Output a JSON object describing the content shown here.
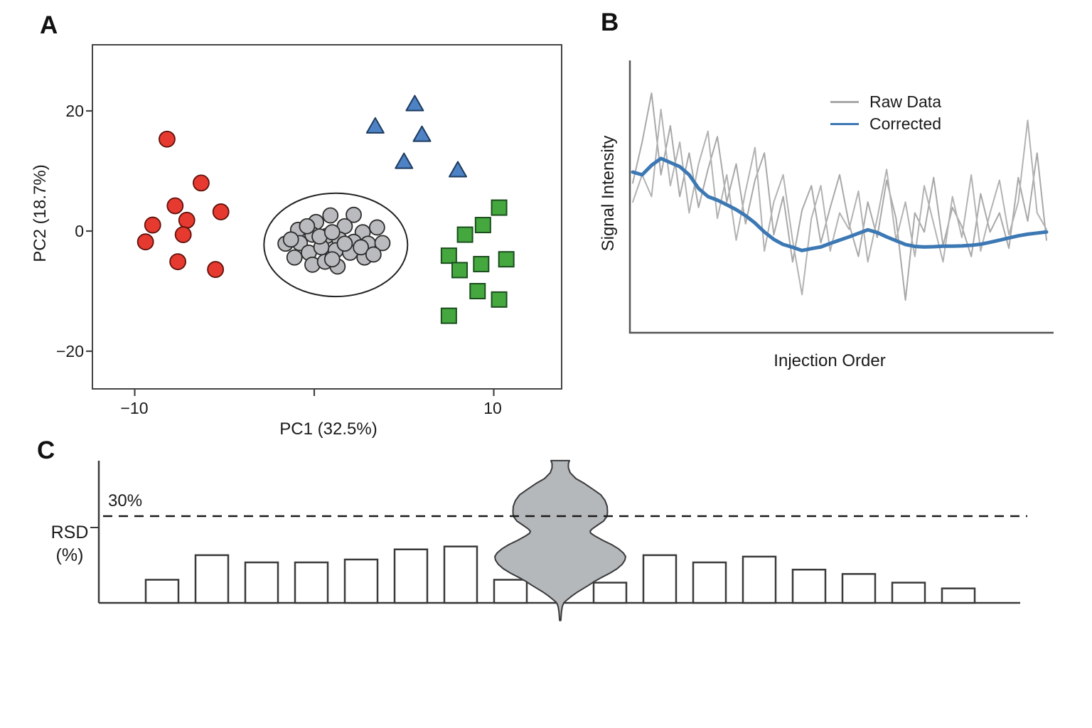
{
  "figure_background": "#ffffff",
  "chart_data": [
    {
      "id": "pca",
      "type": "scatter",
      "panel_label": "A",
      "xlabel": "PC1 (32.5%)",
      "ylabel": "PC2 (18.7%)",
      "x_ticks": [
        {
          "value": -10,
          "label": "−10"
        },
        {
          "value": 0,
          "label": ""
        },
        {
          "value": 10,
          "label": "10"
        }
      ],
      "y_ticks": [
        {
          "value": 20,
          "label": "20"
        },
        {
          "value": 0,
          "label": "0"
        },
        {
          "value": -20,
          "label": "−20"
        }
      ],
      "xlim": [
        -12.4,
        13.8
      ],
      "ylim": [
        -26.3,
        31.0
      ],
      "grid": false,
      "series": [
        {
          "name": "group-red",
          "marker": "circle",
          "r": 11,
          "fill": "#e6392f",
          "stroke": "#5e100a",
          "points": [
            [
              -8.2,
              15.3
            ],
            [
              -6.3,
              8.0
            ],
            [
              -7.75,
              4.2
            ],
            [
              -9.0,
              1.0
            ],
            [
              -7.1,
              1.8
            ],
            [
              -5.2,
              3.2
            ],
            [
              -7.3,
              -0.6
            ],
            [
              -9.4,
              -1.8
            ],
            [
              -7.6,
              -5.1
            ],
            [
              -5.5,
              -6.4
            ]
          ]
        },
        {
          "name": "group-blue",
          "marker": "triangle",
          "r": 13,
          "fill": "#4d82c4",
          "stroke": "#1c3a5e",
          "points": [
            [
              5.6,
              21.0
            ],
            [
              3.4,
              17.3
            ],
            [
              6.0,
              15.9
            ],
            [
              5.0,
              11.4
            ],
            [
              8.0,
              10.0
            ]
          ]
        },
        {
          "name": "group-green",
          "marker": "square",
          "r": 10.5,
          "fill": "#45a83f",
          "stroke": "#194d1c",
          "points": [
            [
              10.3,
              3.9
            ],
            [
              9.4,
              1.0
            ],
            [
              8.4,
              -0.6
            ],
            [
              7.5,
              -4.1
            ],
            [
              8.1,
              -6.5
            ],
            [
              9.3,
              -5.5
            ],
            [
              10.7,
              -4.7
            ],
            [
              9.1,
              -10.0
            ],
            [
              10.3,
              -11.4
            ],
            [
              7.5,
              -14.1
            ]
          ]
        },
        {
          "name": "qc-samples",
          "marker": "circle",
          "r": 10.5,
          "fill": "#b9bbbe",
          "stroke": "#2b2b2b",
          "points": [
            [
              -0.9,
              0.2
            ],
            [
              0.1,
              1.5
            ],
            [
              0.9,
              2.6
            ],
            [
              2.2,
              2.7
            ],
            [
              1.7,
              0.8
            ],
            [
              2.7,
              -0.2
            ],
            [
              3.5,
              0.6
            ],
            [
              -1.6,
              -2.1
            ],
            [
              -0.8,
              -2.0
            ],
            [
              -0.1,
              -0.6
            ],
            [
              0.7,
              -0.8
            ],
            [
              1.4,
              -1.4
            ],
            [
              2.2,
              -1.8
            ],
            [
              3.0,
              -2.1
            ],
            [
              3.8,
              -2.0
            ],
            [
              -1.1,
              -4.4
            ],
            [
              -0.3,
              -3.6
            ],
            [
              0.4,
              -2.7
            ],
            [
              1.2,
              -3.2
            ],
            [
              2.0,
              -3.6
            ],
            [
              2.8,
              -4.4
            ],
            [
              -0.1,
              -5.6
            ],
            [
              0.6,
              -5.1
            ],
            [
              1.3,
              -5.9
            ],
            [
              0.3,
              -0.9
            ],
            [
              1.0,
              -0.2
            ],
            [
              1.7,
              -2.1
            ],
            [
              1.0,
              -4.7
            ],
            [
              -0.4,
              0.8
            ],
            [
              2.6,
              -2.7
            ],
            [
              3.3,
              -3.9
            ],
            [
              -1.3,
              -1.4
            ]
          ]
        }
      ],
      "qc_ellipse": {
        "cx": 1.2,
        "cy": -2.3,
        "rx": 4.0,
        "ry": 8.6,
        "stroke": "#222222"
      }
    },
    {
      "id": "drift",
      "type": "line",
      "panel_label": "B",
      "xlabel": "Injection Order",
      "ylabel": "Signal Intensity",
      "ylim": [
        0,
        100
      ],
      "grid": false,
      "legend_position": "upper-right",
      "legend": [
        {
          "label": "Raw Data",
          "color": "#a8a8a8"
        },
        {
          "label": "Corrected",
          "color": "#3c78b4"
        }
      ],
      "series": [
        {
          "name": "raw-1",
          "color": "#a8a8a8",
          "width": 2,
          "values": [
            55,
            70,
            88,
            58,
            76,
            50,
            66,
            46,
            60,
            72,
            48,
            62,
            40,
            56,
            66,
            36,
            50,
            26,
            45,
            54,
            33,
            46,
            58,
            40,
            28,
            48,
            35,
            56,
            42,
            12,
            44,
            37,
            57,
            32,
            46,
            39,
            28,
            51,
            37,
            44,
            31,
            57,
            41,
            66,
            34
          ]
        },
        {
          "name": "raw-2",
          "color": "#b2b2b2",
          "width": 2,
          "values": [
            48,
            58,
            50,
            82,
            54,
            70,
            44,
            62,
            74,
            42,
            58,
            34,
            52,
            68,
            30,
            48,
            58,
            34,
            14,
            42,
            54,
            30,
            44,
            38,
            52,
            26,
            42,
            60,
            34,
            48,
            28,
            54,
            40,
            26,
            50,
            35,
            58,
            30,
            44,
            56,
            36,
            48,
            78,
            44,
            38
          ]
        },
        {
          "name": "corrected",
          "color": "#3c78b4",
          "width": 5,
          "values": [
            59,
            58,
            61.5,
            64,
            62.5,
            61,
            58,
            53,
            50,
            48.7,
            47,
            45.2,
            43,
            40.3,
            37,
            34.3,
            32.4,
            31.4,
            30.2,
            30.9,
            31.5,
            32.8,
            34,
            35.2,
            36.5,
            37.8,
            36.8,
            35.2,
            33.8,
            32.4,
            31.7,
            31.5,
            31.6,
            31.8,
            31.8,
            31.9,
            32.1,
            32.5,
            33.2,
            34,
            34.8,
            35.6,
            36.2,
            36.6,
            37
          ]
        }
      ]
    },
    {
      "id": "rsd",
      "type": "bar",
      "panel_label": "C",
      "ylabel_lines": [
        "RSD",
        "(%)"
      ],
      "threshold": {
        "value": 30,
        "label": "30%"
      },
      "bar_fill": "#ffffff",
      "bar_stroke": "#3a3a3a",
      "values": [
        8,
        16.5,
        14,
        14,
        15,
        18.5,
        19.5,
        8,
        "violin",
        7,
        16.5,
        14,
        16,
        11.5,
        10,
        7,
        5
      ],
      "violin": {
        "fill": "#b5b8bb",
        "stroke": "#3a3a3a",
        "profile": [
          [
            49.2,
            13
          ],
          [
            48.2,
            11.5
          ],
          [
            46.7,
            11.5
          ],
          [
            45,
            14
          ],
          [
            43,
            22
          ],
          [
            41.3,
            34
          ],
          [
            39.3,
            46
          ],
          [
            37.4,
            57
          ],
          [
            35.4,
            63
          ],
          [
            33.4,
            66
          ],
          [
            31.5,
            66.5
          ],
          [
            30,
            66
          ],
          [
            28.3,
            61
          ],
          [
            26.8,
            52
          ],
          [
            25.6,
            45
          ],
          [
            24.8,
            42
          ],
          [
            24.1,
            43
          ],
          [
            23.1,
            49
          ],
          [
            21.6,
            60
          ],
          [
            20.2,
            72
          ],
          [
            18.7,
            82
          ],
          [
            17.2,
            89
          ],
          [
            16,
            92
          ],
          [
            14.8,
            91
          ],
          [
            13.3,
            87
          ],
          [
            11.8,
            80
          ],
          [
            10.3,
            70
          ],
          [
            8.9,
            59
          ],
          [
            7.4,
            48
          ],
          [
            6.1,
            40
          ],
          [
            4.9,
            32
          ],
          [
            3.7,
            24
          ],
          [
            2.5,
            17
          ],
          [
            1.5,
            12
          ],
          [
            0.7,
            8
          ],
          [
            0,
            5
          ],
          [
            -1.2,
            3
          ],
          [
            -3,
            1.8
          ],
          [
            -6.1,
            0.8
          ]
        ]
      }
    }
  ]
}
